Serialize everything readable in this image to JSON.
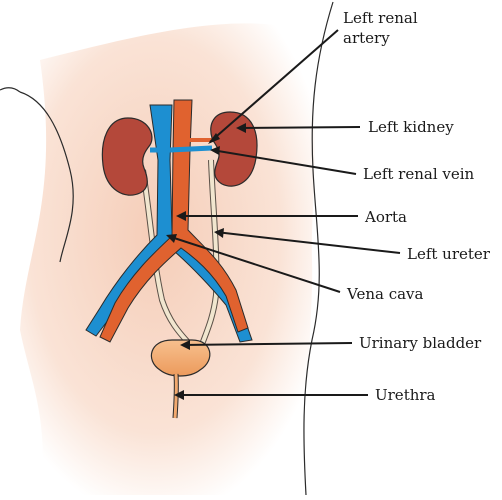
{
  "labels": {
    "left_renal_artery": "Left renal artery",
    "left_kidney": "Left kidney",
    "left_renal_vein": "Left renal vein",
    "aorta": "Aorta",
    "left_ureter": "Left ureter",
    "vena_cava": "Vena cava",
    "urinary_bladder": "Urinary bladder",
    "urethra": "Urethra"
  },
  "colors": {
    "skin": "#f7d9c8",
    "skin_light": "#fbe9df",
    "outline": "#2b2b2b",
    "kidney": "#b4483a",
    "aorta": "#e0622f",
    "vena_cava": "#1d8fd1",
    "ureter": "#f1e6cf",
    "bladder": "#f2a96f"
  }
}
